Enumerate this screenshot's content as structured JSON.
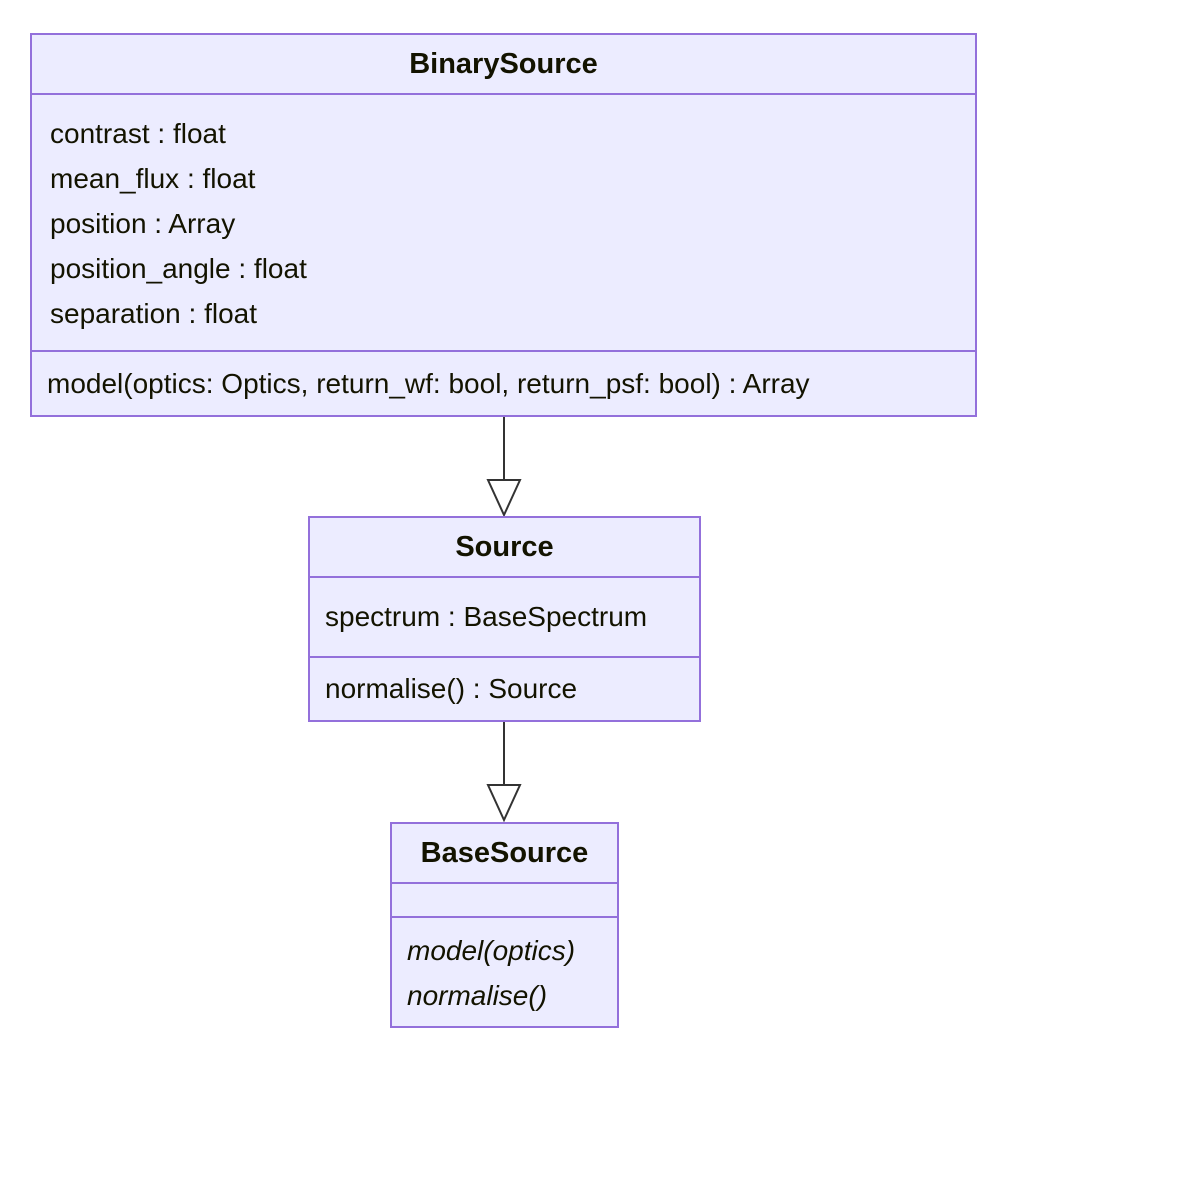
{
  "diagram": {
    "colors": {
      "node_fill": "#ECECFF",
      "node_border": "#9370DB",
      "text": "#131300",
      "edge": "#333333",
      "arrowhead_fill": "#ffffff",
      "background": "#ffffff"
    },
    "classes": [
      {
        "name": "BinarySource",
        "attributes": [
          "contrast : float",
          "mean_flux : float",
          "position : Array",
          "position_angle : float",
          "separation : float"
        ],
        "methods": [
          "model(optics: Optics, return_wf: bool, return_psf: bool) : Array"
        ]
      },
      {
        "name": "Source",
        "attributes": [
          "spectrum : BaseSpectrum"
        ],
        "methods": [
          "normalise() : Source"
        ]
      },
      {
        "name": "BaseSource",
        "attributes": [],
        "methods": [
          "model(optics)",
          "normalise()"
        ],
        "abstract_methods": true
      }
    ],
    "edges": [
      {
        "from": "BinarySource",
        "to": "Source",
        "type": "inheritance"
      },
      {
        "from": "Source",
        "to": "BaseSource",
        "type": "inheritance"
      }
    ]
  }
}
